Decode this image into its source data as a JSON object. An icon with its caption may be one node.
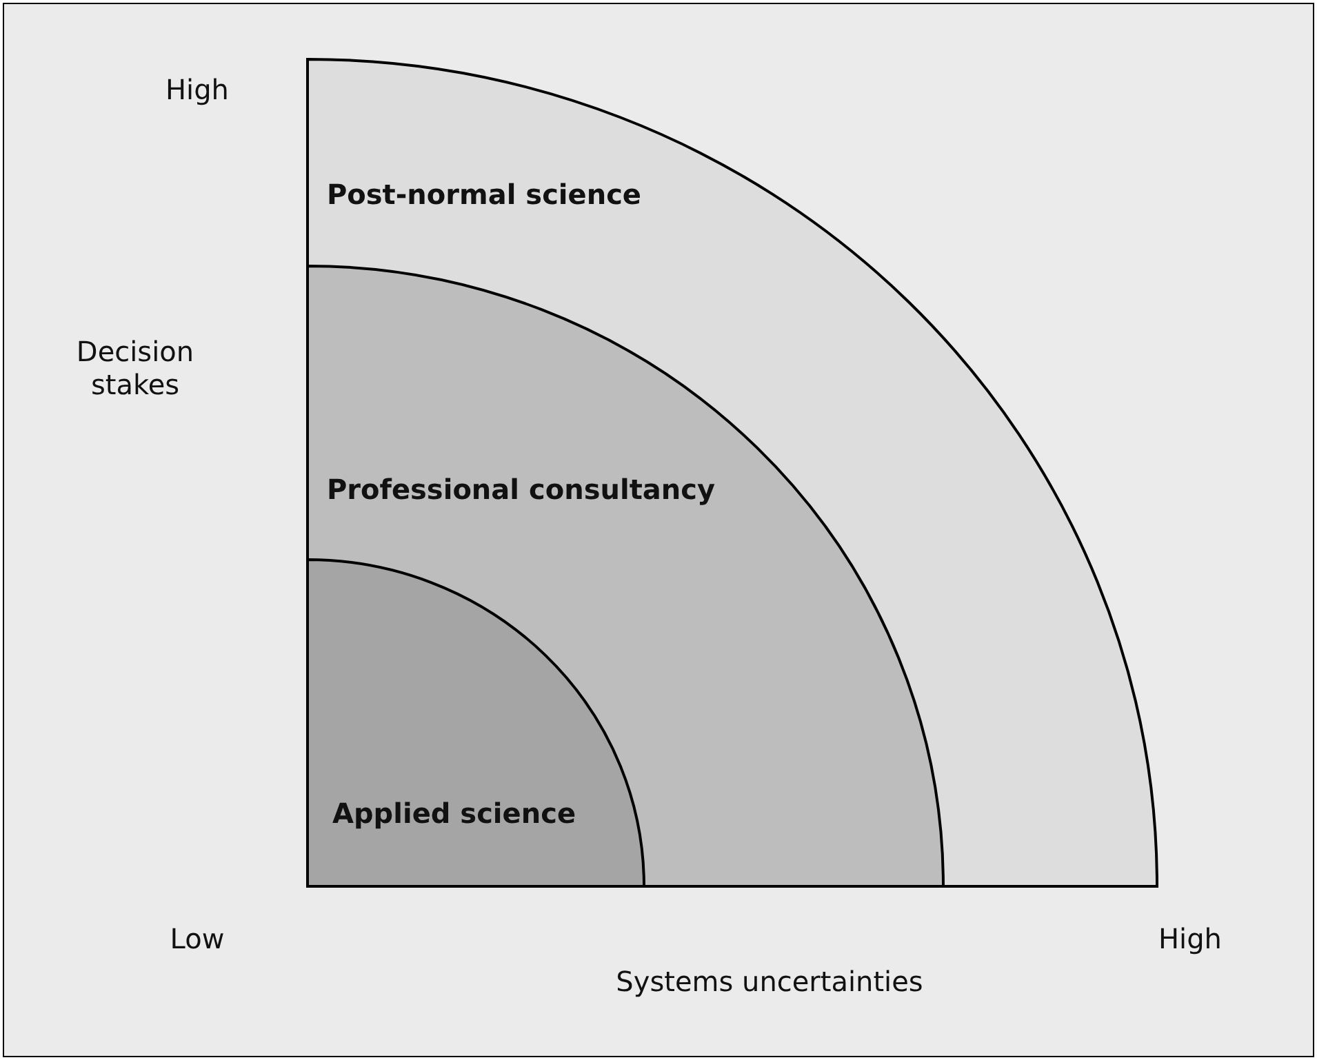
{
  "diagram": {
    "nodes": [
      {
        "text": [
          "Post-normal science"
        ]
      },
      {
        "text": [
          "Professional consultancy"
        ],
        "in": 0
      },
      {
        "text": [
          "Applied science"
        ],
        "in": 1
      }
    ],
    "labels": [
      "High",
      "Decision stakes",
      "Low",
      "High",
      "Systems uncertainties"
    ]
  }
}
